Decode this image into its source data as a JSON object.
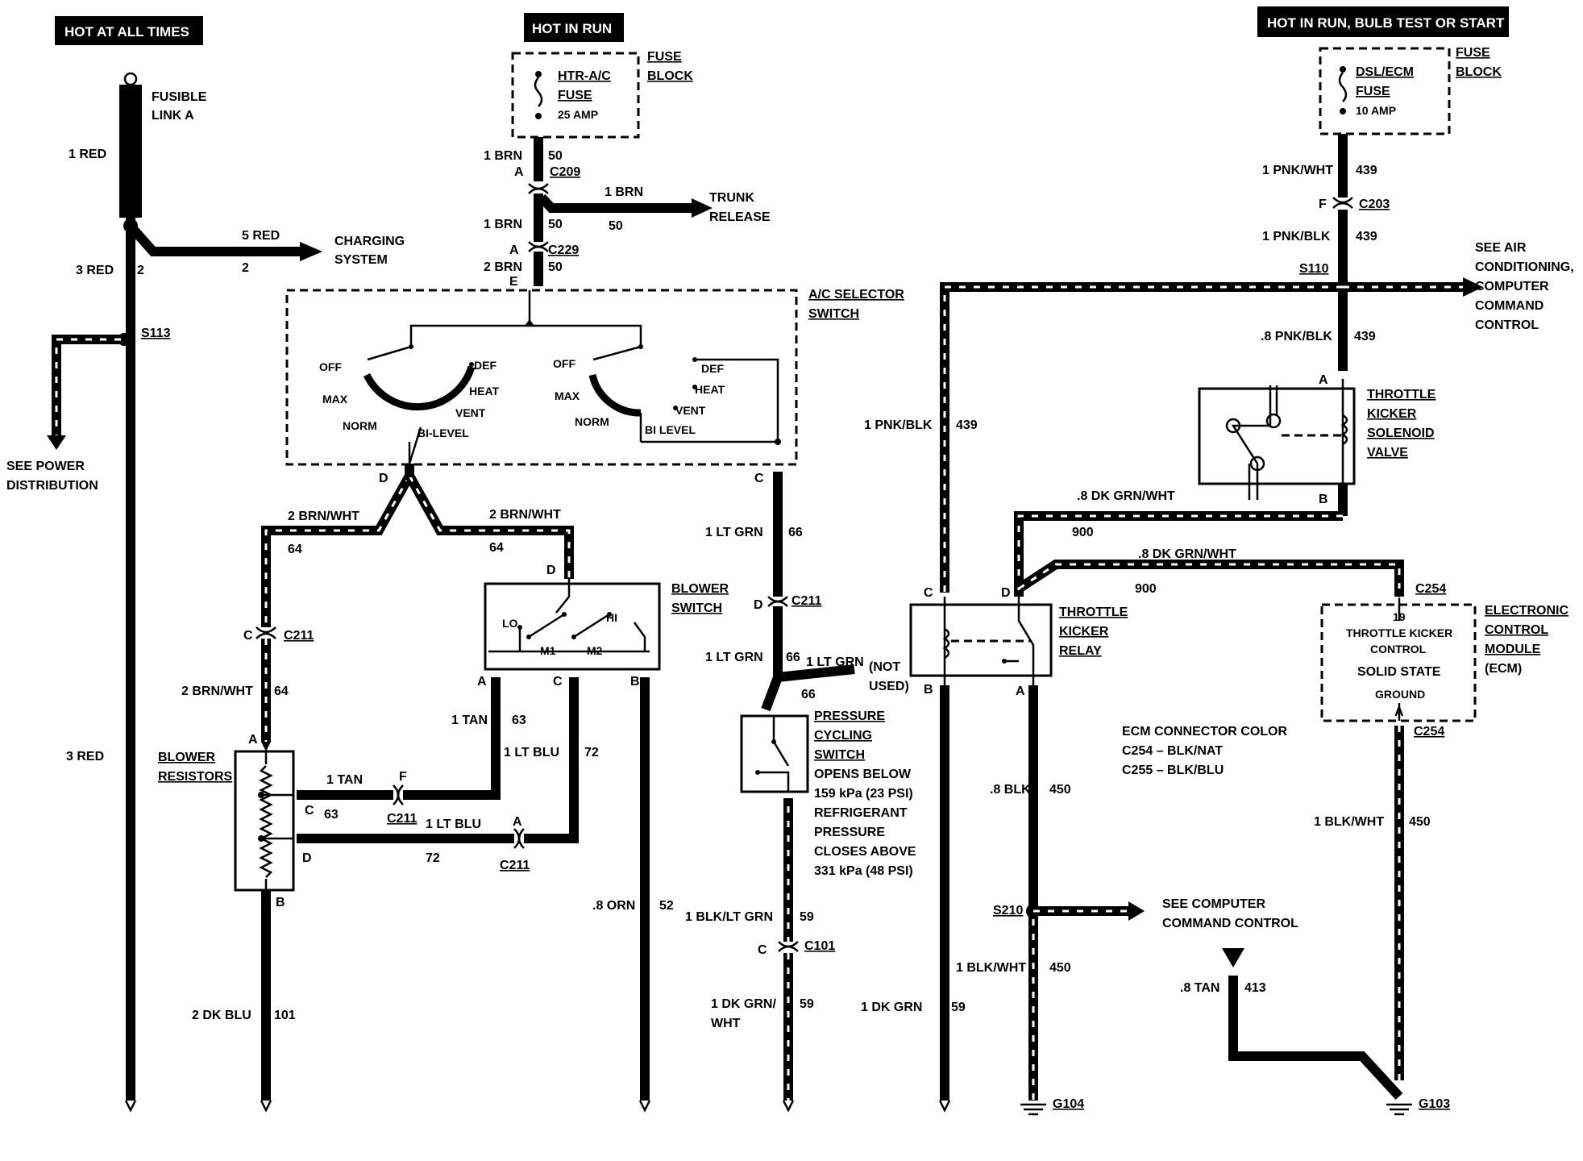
{
  "headers": {
    "hot_all_times": "HOT AT ALL TIMES",
    "hot_in_run": "HOT IN RUN",
    "hot_run_bulb_start": "HOT IN RUN, BULB TEST OR START"
  },
  "fusible_link": {
    "line1": "FUSIBLE",
    "line2": "LINK A"
  },
  "fuse_block_1": {
    "line1": "FUSE",
    "line2": "BLOCK",
    "fuse_name1": "HTR-A/C",
    "fuse_name2": "FUSE",
    "rating": "25 AMP"
  },
  "fuse_block_2": {
    "line1": "FUSE",
    "line2": "BLOCK",
    "fuse_name1": "DSL/ECM",
    "fuse_name2": "FUSE",
    "rating": "10 AMP"
  },
  "components": {
    "ac_selector": {
      "line1": "A/C SELECTOR",
      "line2": "SWITCH"
    },
    "blower_switch": {
      "line1": "BLOWER",
      "line2": "SWITCH"
    },
    "blower_resistors": {
      "line1": "BLOWER",
      "line2": "RESISTORS"
    },
    "pressure_switch": {
      "line1": "PRESSURE",
      "line2": "CYCLING",
      "line3": "SWITCH",
      "line4": "OPENS BELOW",
      "line5": "159 kPa (23 PSI)",
      "line6": "REFRIGERANT",
      "line7": "PRESSURE",
      "line8": "CLOSES ABOVE",
      "line9": "331 kPa (48 PSI)"
    },
    "throttle_valve": {
      "line1": "THROTTLE",
      "line2": "KICKER",
      "line3": "SOLENOID",
      "line4": "VALVE"
    },
    "throttle_relay": {
      "line1": "THROTTLE",
      "line2": "KICKER",
      "line3": "RELAY"
    },
    "ecm": {
      "line1": "ELECTRONIC",
      "line2": "CONTROL",
      "line3": "MODULE",
      "line4": "(ECM)",
      "inner1": "THROTTLE KICKER",
      "inner2": "CONTROL",
      "inner3": "SOLID STATE",
      "inner4": "GROUND",
      "pin": "19"
    }
  },
  "destinations": {
    "charging_1": "CHARGING",
    "charging_2": "SYSTEM",
    "trunk_1": "TRUNK",
    "trunk_2": "RELEASE",
    "power_1": "SEE POWER",
    "power_2": "DISTRIBUTION",
    "air_1": "SEE AIR",
    "air_2": "CONDITIONING,",
    "air_3": "COMPUTER",
    "air_4": "COMMAND",
    "air_5": "CONTROL",
    "ccc_1": "SEE COMPUTER",
    "ccc_2": "COMMAND CONTROL",
    "not_used_1": "(NOT",
    "not_used_2": "USED)"
  },
  "ecm_connector": {
    "title": "ECM CONNECTOR COLOR",
    "c254": "C254 – BLK/NAT",
    "c255": "C255 – BLK/BLU"
  },
  "switch_positions": {
    "off": "OFF",
    "max": "MAX",
    "norm": "NORM",
    "bi_level": "BI-LEVEL",
    "vent": "VENT",
    "heat": "HEAT",
    "def": "DEF",
    "bi_level_2": "BI LEVEL"
  },
  "blower_positions": {
    "lo": "LO",
    "hi": "HI",
    "m1": "M1",
    "m2": "M2"
  },
  "connectors": {
    "c209": "C209",
    "c229": "C229",
    "c211": "C211",
    "c101": "C101",
    "c203": "C203",
    "c254": "C254",
    "s113": "S113",
    "s110": "S110",
    "s210": "S210",
    "g104": "G104",
    "g103": "G103"
  },
  "pins": {
    "a": "A",
    "b": "B",
    "c": "C",
    "d": "D",
    "e": "E",
    "f": "F"
  },
  "wires": {
    "w_1red": "1 RED",
    "w_3red": "3 RED",
    "w_5red": "5 RED",
    "w_1brn": "1 BRN",
    "w_2brn": "2 BRN",
    "w_2brnwht": "2 BRN/WHT",
    "w_1tan": "1 TAN",
    "w_1ltblu": "1 LT BLU",
    "w_8orn": ".8 ORN",
    "w_2dkblu": "2 DK BLU",
    "w_1ltgrn": "1 LT GRN",
    "w_1blkltgrn": "1 BLK/LT GRN",
    "w_1dkgrn_a": "1 DK GRN/",
    "w_1dkgrn_b": "WHT",
    "w_1dkgrn": "1 DK GRN",
    "w_1pnkwht": "1 PNK/WHT",
    "w_1pnkblk": "1 PNK/BLK",
    "w_8pnkblk": ".8 PNK/BLK",
    "w_8dkgrnwht": ".8 DK GRN/WHT",
    "w_8blk": ".8 BLK",
    "w_1blkwht": "1 BLK/WHT",
    "w_8tan": ".8 TAN"
  },
  "circuits": {
    "c2": "2",
    "c50": "50",
    "c64": "64",
    "c63": "63",
    "c72": "72",
    "c52": "52",
    "c101": "101",
    "c66": "66",
    "c59": "59",
    "c439": "439",
    "c900": "900",
    "c450": "450",
    "c413": "413"
  }
}
